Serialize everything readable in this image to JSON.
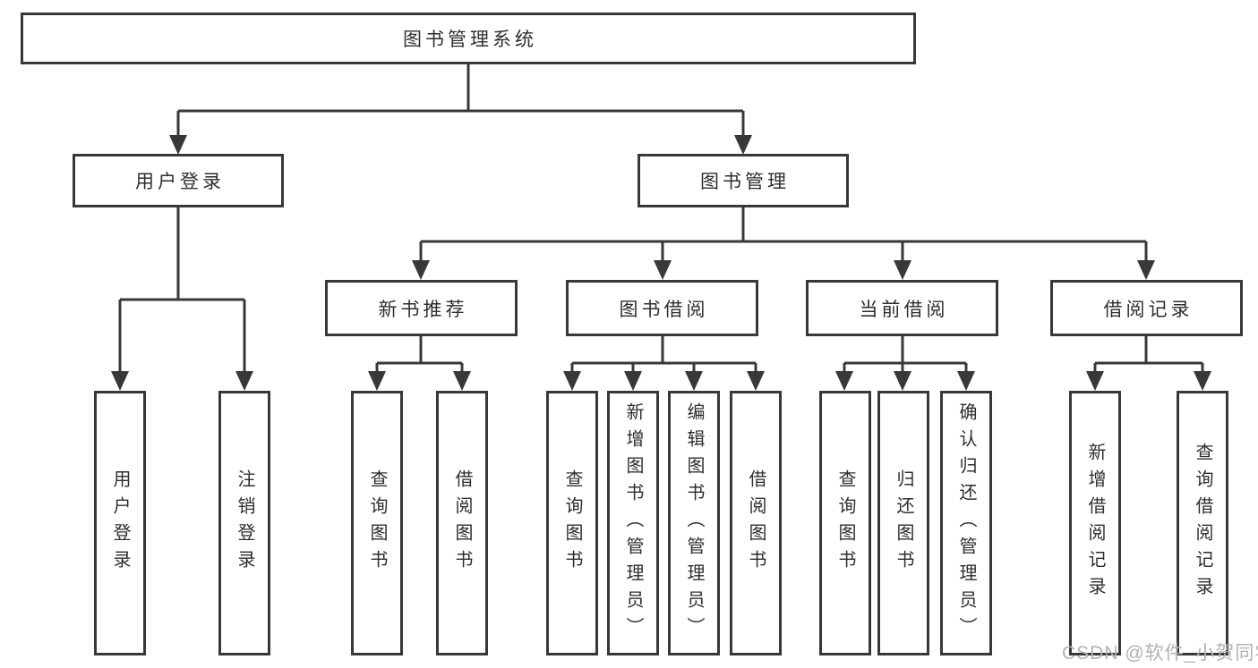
{
  "colors": {
    "line": "#383838",
    "box_border": "#383838",
    "box_fill": "#ffffff",
    "text": "#2e2e2e",
    "background": "#ffffff",
    "watermark": "#b2b2b2"
  },
  "diagram": {
    "type": "hierarchy-flowchart",
    "root": {
      "label": "图书管理系统"
    },
    "branches": [
      {
        "label": "用户登录",
        "children": [
          {
            "label": "用户登录"
          },
          {
            "label": "注销登录"
          }
        ]
      },
      {
        "label": "图书管理",
        "children": [
          {
            "label": "新书推荐",
            "children": [
              {
                "label": "查询图书"
              },
              {
                "label": "借阅图书"
              }
            ]
          },
          {
            "label": "图书借阅",
            "children": [
              {
                "label": "查询图书"
              },
              {
                "label": "新增图书（管理员）"
              },
              {
                "label": "编辑图书（管理员）"
              },
              {
                "label": "借阅图书"
              }
            ]
          },
          {
            "label": "当前借阅",
            "children": [
              {
                "label": "查询图书"
              },
              {
                "label": "归还图书"
              },
              {
                "label": "确认归还（管理员）"
              }
            ]
          },
          {
            "label": "借阅记录",
            "children": [
              {
                "label": "新增借阅记录"
              },
              {
                "label": "查询借阅记录"
              }
            ]
          }
        ]
      }
    ]
  },
  "watermark": {
    "text": "CSDN @软件_小贺同学"
  }
}
